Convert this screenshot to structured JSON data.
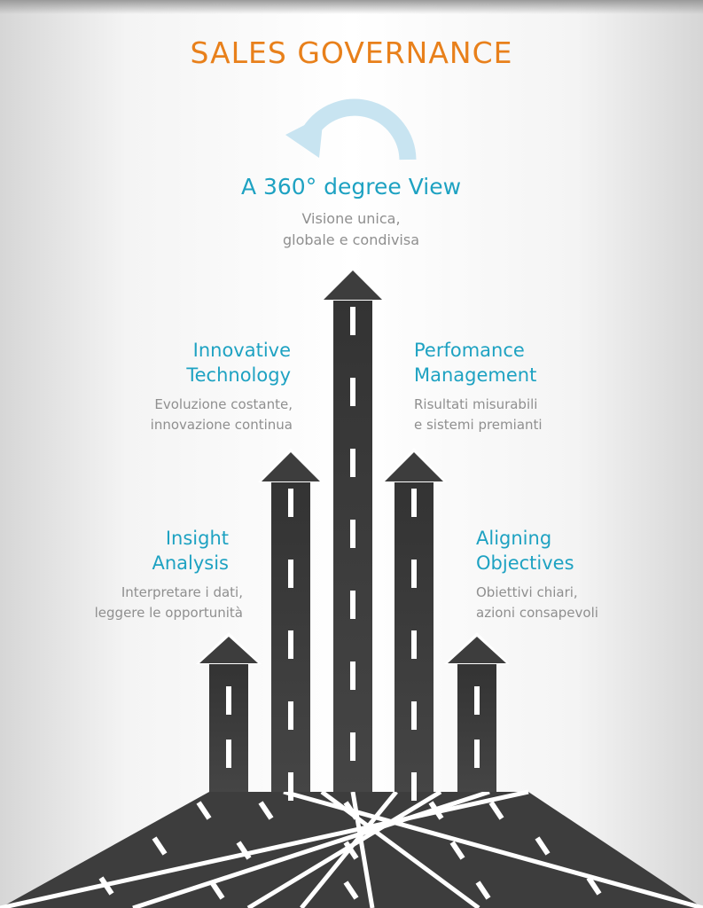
{
  "title": "SALES GOVERNANCE",
  "colors": {
    "title_orange": "#e8801b",
    "heading_blue": "#1ea2c2",
    "desc_gray": "#8f8f8f",
    "road": "#3d3d3d",
    "lane_marks": "#ffffff",
    "cycle_arrow": "#c8e4f1"
  },
  "icons": {
    "top": "circular-arrow-icon"
  },
  "items": {
    "top": {
      "heading": "A 360° degree View",
      "description": "Visione unica,\nglobale e condivisa"
    },
    "innovative_technology": {
      "heading": "Innovative\nTechnology",
      "description": "Evoluzione costante,\ninnovazione continua"
    },
    "performance_management": {
      "heading": "Perfomance\nManagement",
      "description": "Risultati misurabili\ne sistemi premianti"
    },
    "insight_analysis": {
      "heading": "Insight\nAnalysis",
      "description": "Interpretare i dati,\nleggere le opportunità"
    },
    "aligning_objectives": {
      "heading": "Aligning\nObjectives",
      "description": "Obiettivi chiari,\nazioni consapevoli"
    }
  }
}
